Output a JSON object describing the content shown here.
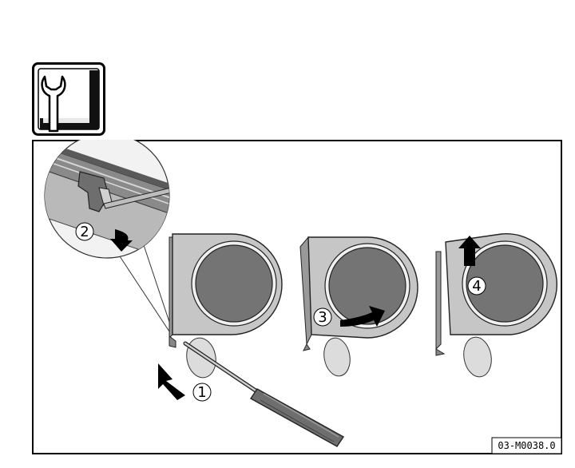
{
  "icon": {
    "name": "wrench-icon"
  },
  "steps": [
    {
      "label": "1"
    },
    {
      "label": "2"
    },
    {
      "label": "3"
    },
    {
      "label": "4"
    }
  ],
  "reference_code": "03-M0038.0",
  "colors": {
    "housing": "#c6c6c6",
    "lens": "#747474",
    "tab": "#dcdcdc",
    "outline": "#222222",
    "arrow": "#000000"
  }
}
